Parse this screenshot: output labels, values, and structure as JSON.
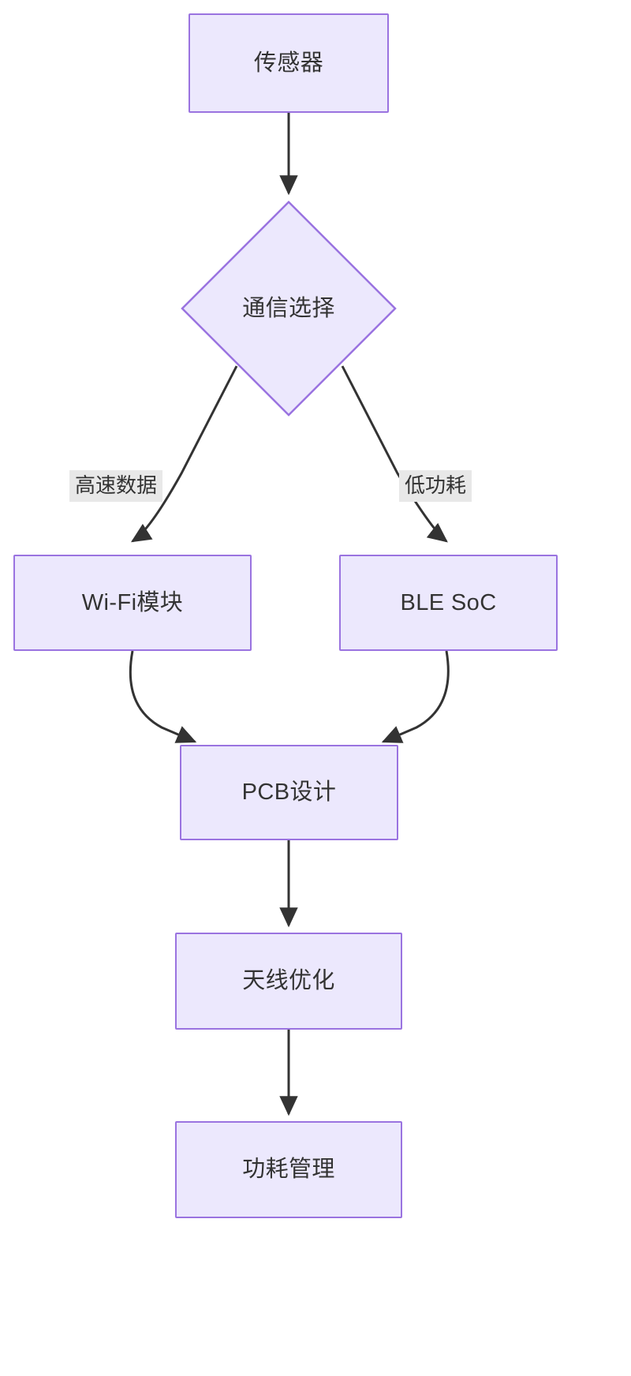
{
  "diagram": {
    "type": "flowchart",
    "direction": "top-down",
    "theme": {
      "node_fill": "#ece8fd",
      "node_border": "#9a73e0",
      "node_text": "#333333",
      "edge_color": "#333333",
      "edge_label_bg": "#e8e8e8",
      "background": "#ffffff"
    },
    "nodes": [
      {
        "id": "sensor",
        "label": "传感器",
        "shape": "rect"
      },
      {
        "id": "comm",
        "label": "通信选择",
        "shape": "diamond"
      },
      {
        "id": "wifi",
        "label": "Wi-Fi模块",
        "shape": "rect"
      },
      {
        "id": "ble",
        "label": "BLE SoC",
        "shape": "rect"
      },
      {
        "id": "pcb",
        "label": "PCB设计",
        "shape": "rect"
      },
      {
        "id": "antenna",
        "label": "天线优化",
        "shape": "rect"
      },
      {
        "id": "power",
        "label": "功耗管理",
        "shape": "rect"
      }
    ],
    "edges": [
      {
        "from": "sensor",
        "to": "comm",
        "label": ""
      },
      {
        "from": "comm",
        "to": "wifi",
        "label": "高速数据"
      },
      {
        "from": "comm",
        "to": "ble",
        "label": "低功耗"
      },
      {
        "from": "wifi",
        "to": "pcb",
        "label": ""
      },
      {
        "from": "ble",
        "to": "pcb",
        "label": ""
      },
      {
        "from": "pcb",
        "to": "antenna",
        "label": ""
      },
      {
        "from": "antenna",
        "to": "power",
        "label": ""
      }
    ]
  }
}
